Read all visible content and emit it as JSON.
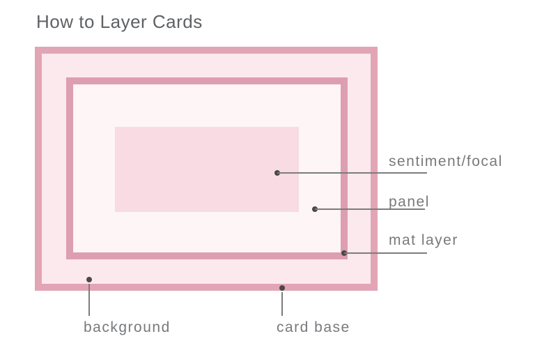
{
  "page": {
    "title": "How to Layer Cards"
  },
  "diagram": {
    "layers": {
      "card_base": {
        "label": "card base",
        "color": "#e2a5b6"
      },
      "background": {
        "label": "background",
        "color": "#fce9ee"
      },
      "mat": {
        "label": "mat layer",
        "color": "#dd9eb1"
      },
      "panel": {
        "label": "panel",
        "color": "#fdf5f6"
      },
      "sentiment": {
        "label": "sentiment/focal",
        "color": "#f8dbe3"
      }
    },
    "annotation": {
      "dot_color": "#4b4847",
      "line_color": "#7c7c7c",
      "label_color": "#77797c",
      "title_color": "#5f6164"
    }
  }
}
